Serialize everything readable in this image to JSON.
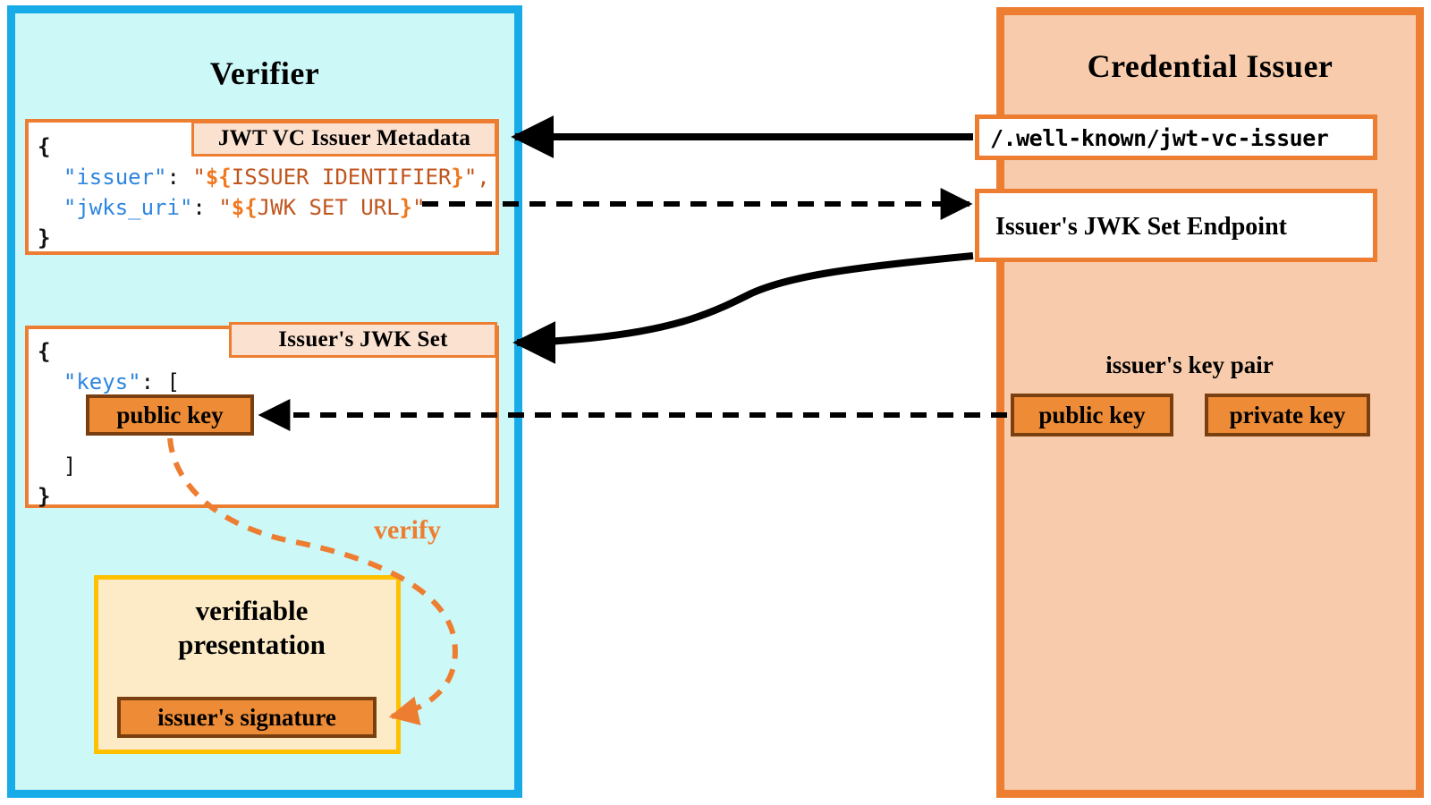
{
  "diagram": {
    "title_verifier": "Verifier",
    "title_issuer": "Credential Issuer"
  },
  "colors": {
    "verifier_panel_bg": "#CDF8F8",
    "verifier_panel_border": "#17ACE8",
    "issuer_panel_bg": "#F7CBAB",
    "issuer_panel_border": "#ED7D31",
    "chip_bg": "#FBE1D0",
    "key_chip_bg": "#ED8B36",
    "key_chip_border": "#7A3F10",
    "vp_bg": "#FDEBC8",
    "vp_border": "#FFC000",
    "accent_orange": "#ED7D31",
    "json_key": "#2E86DE",
    "json_string": "#C0561F",
    "json_var": "#F07820",
    "arrow_solid": "#000000",
    "arrow_dashed": "#000000",
    "verify_arrow": "#ED7D31"
  },
  "verifier": {
    "metadata_card": {
      "chip_label": "JWT VC Issuer Metadata",
      "code_lines": [
        {
          "tokens": [
            {
              "t": "{",
              "c": "k-brace"
            }
          ]
        },
        {
          "tokens": [
            {
              "t": "  ",
              "c": "k-punct"
            },
            {
              "t": "\"issuer\"",
              "c": "k-key"
            },
            {
              "t": ": ",
              "c": "k-punct"
            },
            {
              "t": "\"",
              "c": "k-str"
            },
            {
              "t": "${",
              "c": "k-var"
            },
            {
              "t": "ISSUER IDENTIFIER",
              "c": "k-str"
            },
            {
              "t": "}",
              "c": "k-var"
            },
            {
              "t": "\",",
              "c": "k-str"
            }
          ]
        },
        {
          "tokens": [
            {
              "t": "  ",
              "c": "k-punct"
            },
            {
              "t": "\"jwks_uri\"",
              "c": "k-key"
            },
            {
              "t": ": ",
              "c": "k-punct"
            },
            {
              "t": "\"",
              "c": "k-str"
            },
            {
              "t": "${",
              "c": "k-var"
            },
            {
              "t": "JWK SET URL",
              "c": "k-str"
            },
            {
              "t": "}",
              "c": "k-var"
            },
            {
              "t": "\"",
              "c": "k-str"
            }
          ]
        },
        {
          "tokens": [
            {
              "t": "}",
              "c": "k-brace"
            }
          ]
        }
      ],
      "plain_code": "{\n  \"issuer\": \"${ISSUER IDENTIFIER}\",\n  \"jwks_uri\": \"${JWK SET URL}\"\n}"
    },
    "jwkset_card": {
      "chip_label": "Issuer's JWK Set",
      "code_top": "{\n  \"keys\": [",
      "code_bottom": "  ]\n}",
      "code_lines_top": [
        {
          "tokens": [
            {
              "t": "{",
              "c": "k-brace"
            }
          ]
        },
        {
          "tokens": [
            {
              "t": "  ",
              "c": "k-punct"
            },
            {
              "t": "\"keys\"",
              "c": "k-key"
            },
            {
              "t": ": [",
              "c": "k-punct"
            }
          ]
        }
      ],
      "code_lines_bottom": [
        {
          "tokens": [
            {
              "t": "  ]",
              "c": "k-punct"
            }
          ]
        },
        {
          "tokens": [
            {
              "t": "}",
              "c": "k-brace"
            }
          ]
        }
      ],
      "public_key_label": "public key"
    },
    "verify_caption": "verify",
    "verifiable_presentation": {
      "label_line1": "verifiable",
      "label_line2": "presentation",
      "signature_label": "issuer's signature"
    }
  },
  "issuer": {
    "wellknown_endpoint": "/.well-known/jwt-vc-issuer",
    "jwk_set_endpoint": "Issuer's JWK Set Endpoint",
    "key_pair_label": "issuer's key pair",
    "public_key_label": "public key",
    "private_key_label": "private key"
  }
}
